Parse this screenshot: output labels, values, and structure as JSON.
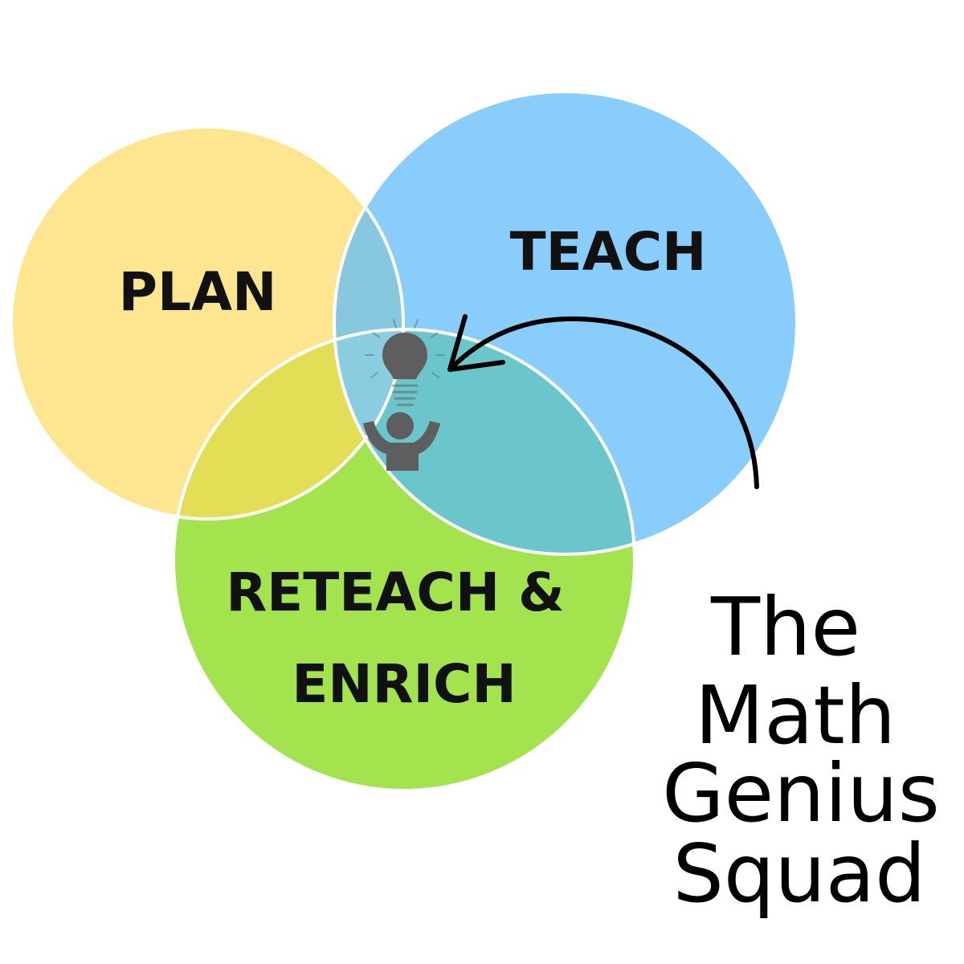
{
  "diagram": {
    "circles": {
      "plan": {
        "label": "PLAN",
        "color": "#FDE68F"
      },
      "teach": {
        "label": "TEACH",
        "color": "#88CDFC"
      },
      "reteach": {
        "label_line1": "RETEACH &",
        "label_line2": "ENRICH",
        "color": "#A2E34E"
      }
    },
    "overlaps": {
      "plan_teach": "#88C8DE",
      "plan_reteach": "#E2DF57",
      "teach_reteach": "#6AC6CA",
      "center": "#8ACDE0"
    },
    "outline_color": "#FFFFFF",
    "arrow_color": "#000000",
    "icons": {
      "lightbulb": "lightbulb-icon",
      "person": "person-cheering-icon",
      "icon_color": "#5E5E5E"
    }
  },
  "brand": {
    "lines": [
      "The",
      "Math",
      "Genius",
      "Squad"
    ]
  }
}
